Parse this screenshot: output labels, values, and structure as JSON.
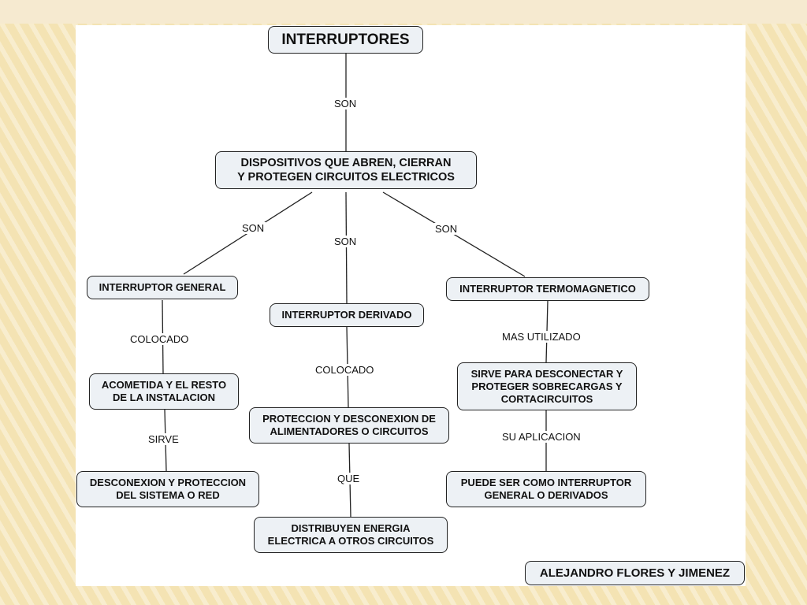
{
  "nodes": {
    "root": "INTERRUPTORES",
    "definition": "DISPOSITIVOS QUE ABREN, CIERRAN\nY PROTEGEN CIRCUITOS ELECTRICOS",
    "general": "INTERRUPTOR GENERAL",
    "derivado": "INTERRUPTOR DERIVADO",
    "termo": "INTERRUPTOR TERMOMAGNETICO",
    "acometida": "ACOMETIDA Y EL RESTO\nDE LA INSTALACION",
    "desconexion": "DESCONEXION Y PROTECCION\nDEL SISTEMA O RED",
    "proteccion": "PROTECCION Y DESCONEXION DE\nALIMENTADORES O CIRCUITOS",
    "distribuyen": "DISTRIBUYEN ENERGIA\nELECTRICA A OTROS CIRCUITOS",
    "sirve_para": "SIRVE PARA DESCONECTAR Y\nPROTEGER SOBRECARGAS Y\nCORTACIRCUITOS",
    "puede_ser": "PUEDE SER COMO INTERRUPTOR\nGENERAL O DERIVADOS",
    "author": "ALEJANDRO FLORES Y JIMENEZ"
  },
  "links": {
    "son_top": "SON",
    "son_left": "SON",
    "son_mid": "SON",
    "son_right": "SON",
    "colocado_left": "COLOCADO",
    "colocado_mid": "COLOCADO",
    "sirve": "SIRVE",
    "que": "QUE",
    "mas_utilizado": "MAS UTILIZADO",
    "su_aplicacion": "SU APLICACION"
  }
}
